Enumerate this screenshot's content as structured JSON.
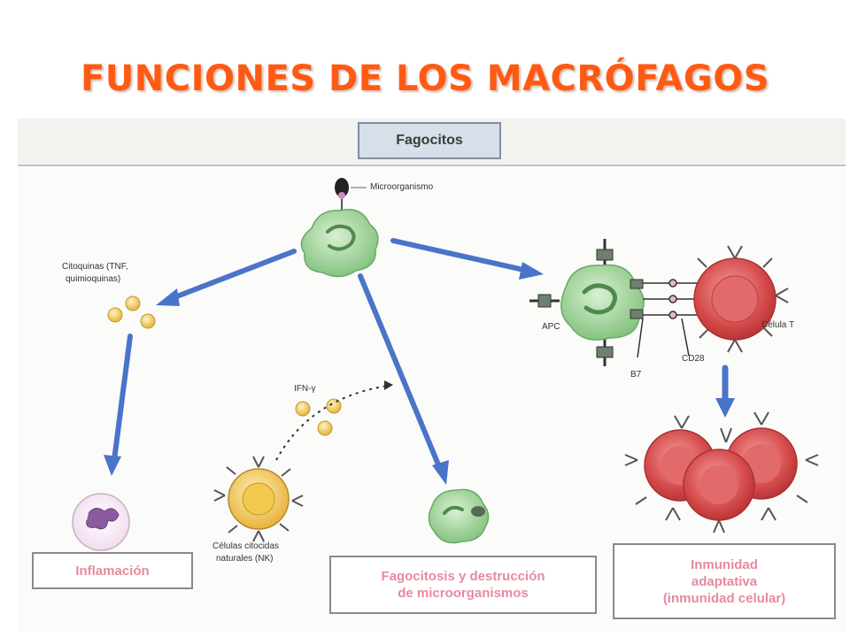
{
  "title": "FUNCIONES DE LOS MACRÓFAGOS",
  "header_box": "Fagocitos",
  "labels": {
    "microorganism": "Microorganismo",
    "cytokines_line1": "Citoquinas (TNF,",
    "cytokines_line2": "quimioquinas)",
    "ifn": "IFN-γ",
    "nk_line1": "Células citocidas",
    "nk_line2": "naturales (NK)",
    "apc": "APC",
    "t_cell": "Célula T",
    "b7": "B7",
    "cd28": "CD28"
  },
  "results": {
    "inflammation": "Inflamación",
    "phagocytosis_line1": "Fagocitosis y destrucción",
    "phagocytosis_line2": "de microorganismos",
    "immunity_line1": "Inmunidad",
    "immunity_line2": "adaptativa",
    "immunity_line3": "(inmunidad celular)"
  },
  "colors": {
    "title": "#ff5a14",
    "arrow": "#4a74c9",
    "macrophage": "#9fd39a",
    "t_cell": "#d64b4b",
    "cytokine": "#f2c94c",
    "result_text": "#e68a9d"
  }
}
